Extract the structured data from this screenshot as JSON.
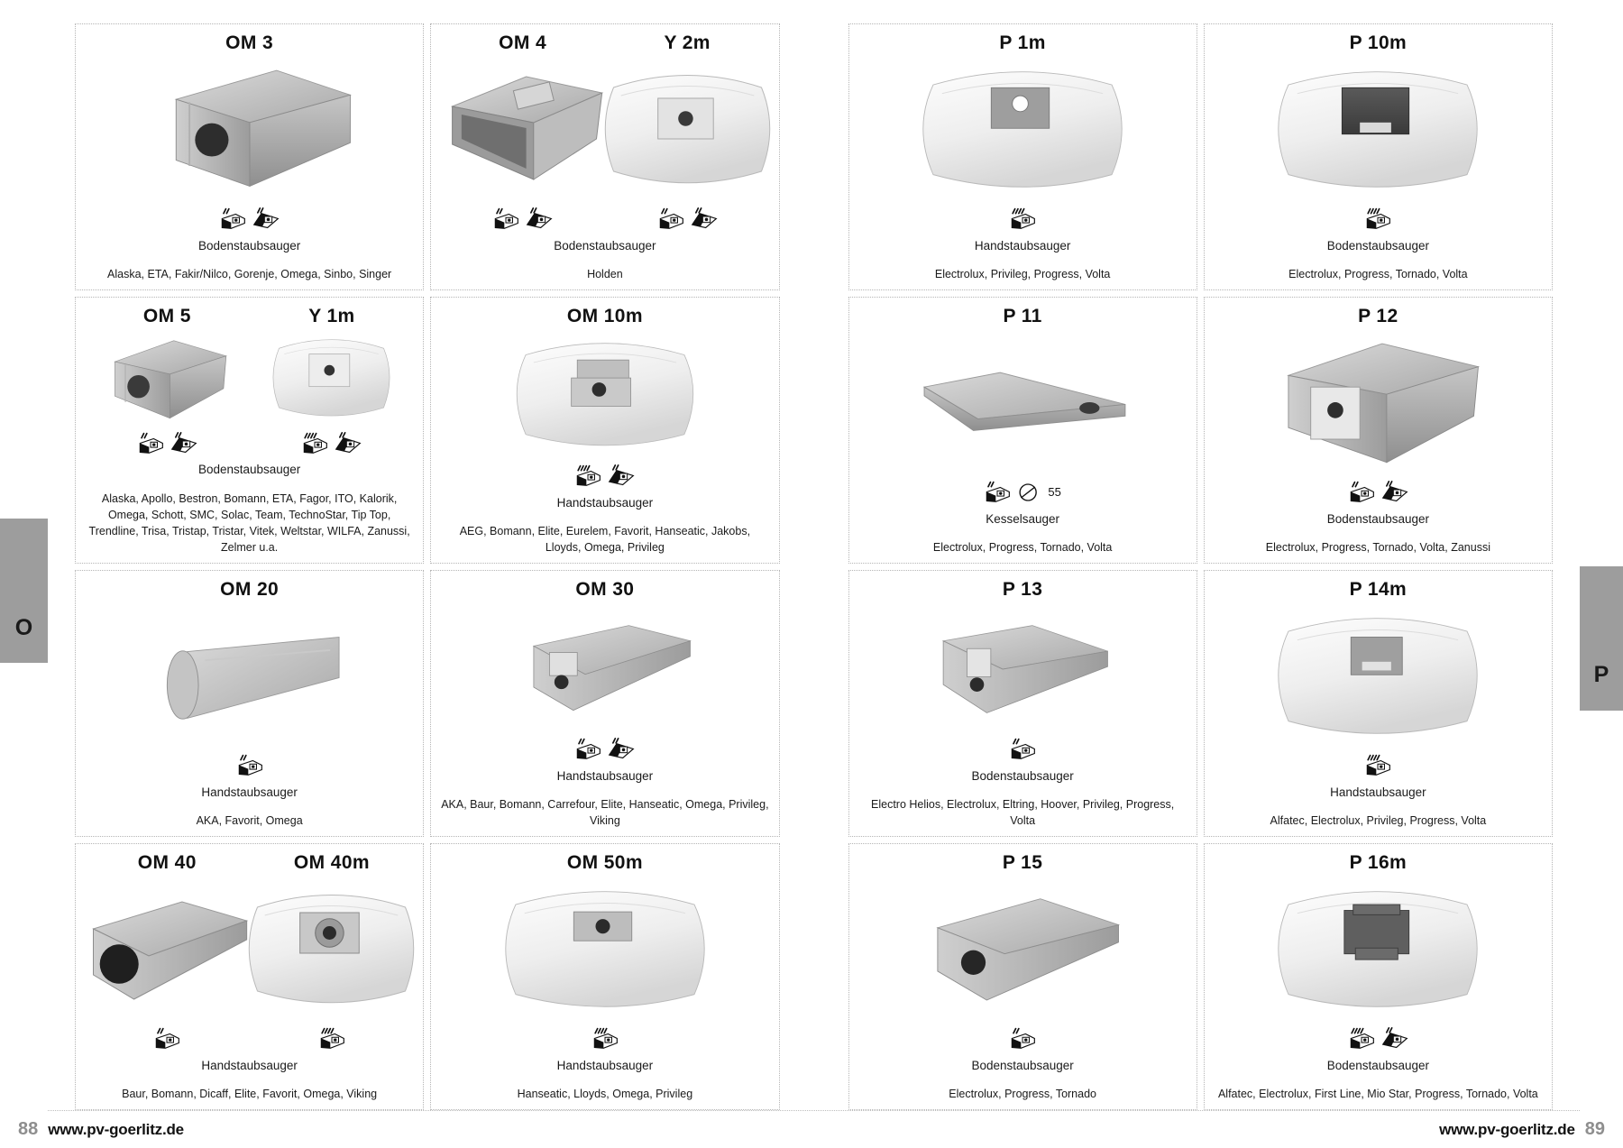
{
  "edge_tabs": {
    "left_letter": "O",
    "right_letter": "P"
  },
  "footer": {
    "left_page": "88",
    "left_url": "www.pv-goerlitz.de",
    "right_url": "www.pv-goerlitz.de",
    "right_page": "89"
  },
  "left_page": {
    "cells": [
      {
        "products": [
          {
            "title": "OM 3",
            "art": "box-bag",
            "icons": [
              "bag-icon",
              "bag-icon-2"
            ]
          }
        ],
        "type": "Bodenstaubsauger",
        "brands": "Alaska, ETA, Fakir/Nilco, Gorenje, Omega, Sinbo, Singer"
      },
      {
        "products": [
          {
            "title": "OM 4",
            "art": "box-bag-dark",
            "icons": [
              "bag-icon",
              "bag-icon-2"
            ]
          },
          {
            "title": "Y 2m",
            "art": "pillow-bag",
            "icons": [
              "bag-icon",
              "bag-icon-2"
            ]
          }
        ],
        "type": "Bodenstaubsauger",
        "brands": "Holden"
      },
      {
        "products": [
          {
            "title": "OM 5",
            "art": "box-bag-wedge",
            "icons": [
              "bag-icon",
              "bag-icon-2"
            ]
          },
          {
            "title": "Y 1m",
            "art": "pillow-bag-tall",
            "icons": [
              "bag-icon-m",
              "bag-icon-2"
            ]
          }
        ],
        "type": "Bodenstaubsauger",
        "brands": "Alaska, Apollo, Bestron, Bomann, ETA, Fagor, ITO, Kalorik, Omega, Schott, SMC, Solac, Team, TechnoStar, Tip Top, Trendline, Trisa, Tristap, Tristar, Vitek, Weltstar, WILFA, Zanussi, Zelmer u.a."
      },
      {
        "products": [
          {
            "title": "OM 10m",
            "art": "pillow-bag-wide",
            "icons": [
              "bag-icon-m",
              "bag-icon-2"
            ]
          }
        ],
        "type": "Handstaubsauger",
        "brands": "AEG, Bomann, Elite, Eurelem, Favorit, Hanseatic, Jakobs, Lloyds, Omega, Privileg"
      },
      {
        "products": [
          {
            "title": "OM 20",
            "art": "cone-bag",
            "icons": [
              "bag-icon"
            ]
          }
        ],
        "type": "Handstaubsauger",
        "brands": "AKA, Favorit, Omega"
      },
      {
        "products": [
          {
            "title": "OM 30",
            "art": "wedge-bag",
            "icons": [
              "bag-icon",
              "bag-icon-2"
            ]
          }
        ],
        "type": "Handstaubsauger",
        "brands": "AKA, Baur, Bomann, Carrefour, Elite, Hanseatic, Omega, Privileg, Viking"
      },
      {
        "products": [
          {
            "title": "OM 40",
            "art": "wedge-bag-round",
            "icons": [
              "bag-icon"
            ]
          },
          {
            "title": "OM 40m",
            "art": "pillow-bag-round",
            "icons": [
              "bag-icon-m"
            ]
          }
        ],
        "type": "Handstaubsauger",
        "brands": "Baur, Bomann, Dicaff, Elite, Favorit, Omega, Viking"
      },
      {
        "products": [
          {
            "title": "OM 50m",
            "art": "pillow-bag-square",
            "icons": [
              "bag-icon-m"
            ]
          }
        ],
        "type": "Handstaubsauger",
        "brands": "Hanseatic, Lloyds, Omega, Privileg"
      }
    ]
  },
  "right_page": {
    "cells": [
      {
        "products": [
          {
            "title": "P 1m",
            "art": "pillow-bag-grey-plate",
            "icons": [
              "bag-icon-m"
            ]
          }
        ],
        "type": "Handstaubsauger",
        "brands": "Electrolux, Privileg, Progress, Volta"
      },
      {
        "products": [
          {
            "title": "P 10m",
            "art": "pillow-bag-dark-plate",
            "icons": [
              "bag-icon-m"
            ]
          }
        ],
        "type": "Bodenstaubsauger",
        "brands": "Electrolux, Progress, Tornado, Volta"
      },
      {
        "products": [
          {
            "title": "P 11",
            "art": "flat-long-bag",
            "icons": [
              "bag-icon",
              "circle-55-icon"
            ],
            "icon_note": "55"
          }
        ],
        "type": "Kesselsauger",
        "brands": "Electrolux, Progress, Tornado, Volta"
      },
      {
        "products": [
          {
            "title": "P 12",
            "art": "box-bag-wedge2",
            "icons": [
              "bag-icon",
              "bag-icon-2"
            ]
          }
        ],
        "type": "Bodenstaubsauger",
        "brands": "Electrolux, Progress, Tornado, Volta, Zanussi"
      },
      {
        "products": [
          {
            "title": "P 13",
            "art": "wedge-bag-slot",
            "icons": [
              "bag-icon"
            ]
          }
        ],
        "type": "Bodenstaubsauger",
        "brands": "Electro Helios, Electrolux, Eltring, Hoover, Privileg, Progress, Volta"
      },
      {
        "products": [
          {
            "title": "P 14m",
            "art": "pillow-bag-small-plate",
            "icons": [
              "bag-icon-m"
            ]
          }
        ],
        "type": "Handstaubsauger",
        "brands": "Alfatec, Electrolux, Privileg, Progress, Volta"
      },
      {
        "products": [
          {
            "title": "P 15",
            "art": "wedge-bag-hole",
            "icons": [
              "bag-icon"
            ]
          }
        ],
        "type": "Bodenstaubsauger",
        "brands": "Electrolux, Progress, Tornado"
      },
      {
        "products": [
          {
            "title": "P 16m",
            "art": "pillow-bag-big-plate",
            "icons": [
              "bag-icon-m",
              "bag-icon-2"
            ]
          }
        ],
        "type": "Bodenstaubsauger",
        "brands": "Alfatec, Electrolux, First Line, Mio Star, Progress, Tornado, Volta"
      }
    ]
  },
  "colors": {
    "edge_bar": "#9d9d9d",
    "cell_border": "#b5b5b5",
    "text": "#1a1a1a",
    "pagenum": "#8e8e8e"
  }
}
